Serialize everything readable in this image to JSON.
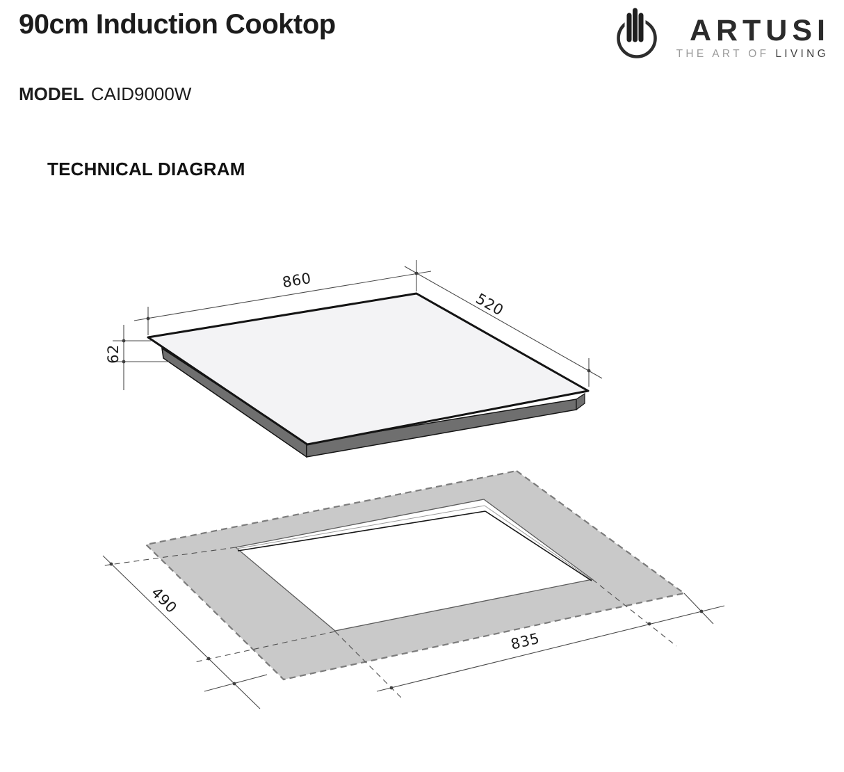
{
  "header": {
    "title": "90cm Induction Cooktop",
    "model_label": "MODEL",
    "model_number": "CAID9000W",
    "section_title": "TECHNICAL DIAGRAM"
  },
  "brand": {
    "name": "ARTUSI",
    "tagline_prefix": "THE ART OF",
    "tagline_suffix": "LIVING"
  },
  "diagram": {
    "cooktop": {
      "width_mm": "860",
      "depth_mm": "520",
      "height_mm": "62"
    },
    "cutout": {
      "depth_mm": "490",
      "width_mm": "835"
    }
  },
  "colors": {
    "counter_gray": "#c9c9c9",
    "cooktop_side_gray": "#6f6f6f",
    "glass_white": "#f3f3f5",
    "outline_black": "#141414",
    "dimension_line": "#4a4a4a",
    "tagline_light": "#9b9b9b",
    "tagline_dark": "#3f3f3f"
  }
}
